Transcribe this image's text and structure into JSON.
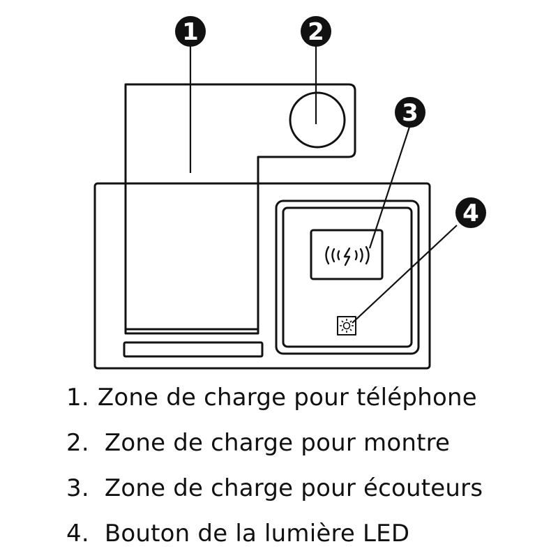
{
  "markers": [
    {
      "id": "1",
      "label": "1"
    },
    {
      "id": "2",
      "label": "2"
    },
    {
      "id": "3",
      "label": "3"
    },
    {
      "id": "4",
      "label": "4"
    }
  ],
  "legend": [
    {
      "number": "1.",
      "text": "Zone de charge pour téléphone"
    },
    {
      "number": "2.",
      "text": "Zone de charge pour montre"
    },
    {
      "number": "3.",
      "text": "Zone de charge pour écouteurs"
    },
    {
      "number": "4.",
      "text": "Bouton de la lumière LED"
    }
  ],
  "icons": {
    "wireless_charging": "wireless-charging-icon",
    "led_light": "sun-icon"
  },
  "colors": {
    "stroke": "#111111",
    "background": "#ffffff"
  }
}
